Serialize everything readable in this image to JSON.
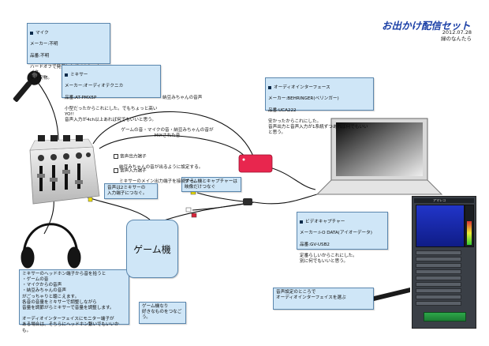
{
  "header": {
    "title": "お出かけ配信セット",
    "date": "2012.07.28",
    "author": "緑のなんたら"
  },
  "notes": {
    "mic": {
      "heading": "マイク",
      "maker": "メーカー:不明",
      "product": "品番:不明",
      "desc": "ハードオフで発掘したダイナミックマイク。\n多分安物。"
    },
    "mixer": {
      "heading": "ミキサー",
      "maker": "メーカー:オーディオテクニカ",
      "product": "品番:AT-PMX5P",
      "desc": "小型だったからこれにした。でもちょっと高いYO!!\n音声入力が4ch以上あれば何でもいいと思う。"
    },
    "audio_interface": {
      "heading": "オーディオインターフェース",
      "maker": "メーカー:BEHRINGER(ベリンガー)",
      "product": "品番:UCA222",
      "desc": "安かったからこれにした。\n音声出力と音声入力が1系統ずつあれば何でもいいと思う。"
    },
    "video_capture": {
      "heading": "ビデオキャプチャー",
      "maker": "メーカー:I-O DATA(アイオーデータ)",
      "product": "品番:GV-USB2",
      "desc": "定番らしいからこれにした。\n別に何でもいいと思う。"
    },
    "headphone": "ミキサーのヘッドホン端子から音を拾うと\n・ゲームの音\n・マイクからの音声\n・納豆みちゃんの音声\nがごっちゃりと聴こえます。\n各音の音量をミキサーで調整しながら\n音量を調節がらミキサーで音量を調整します。\n\nオーディオインターフェイスにモニター端子が\nある場合は、そちらにヘッドホン繋いでもいいかも。",
    "game": "ゲーム機なり\n好きなものをつなごう。",
    "stereo_in": "音声は2ミキサーの\n入力端子につなぐ。",
    "splitter": "ゲーム機とキャプチャーは\n映像だけつなぐ",
    "audio_setting": "音声設定のところで\nオーディオインターフェイスを選ぶ"
  },
  "labels": {
    "app_title": "アマレコ",
    "nico_audio": "納豆みちゃんの音声",
    "mix_label": "ゲームの音・マイクの音・納豆みちゃんの音が\nMIXされた音",
    "port_out_heading": "音声出力端子",
    "port_out_desc": "納豆みちゃんの音が出るように設定する。",
    "port_in_heading": "音声入力端子",
    "port_in_desc": "ミキサーのメイン出力端子を接続する。",
    "game_console": "ゲーム機"
  },
  "colors": {
    "note_bg": "#cfe6f7",
    "title": "#1a3fa6",
    "interface_red": "#e8264e",
    "cable": "#111111"
  },
  "icons": [
    "microphone-icon",
    "mixer-icon",
    "audio-interface-icon",
    "laptop-icon",
    "headphones-icon",
    "video-capture-icon",
    "capture-software-window"
  ]
}
